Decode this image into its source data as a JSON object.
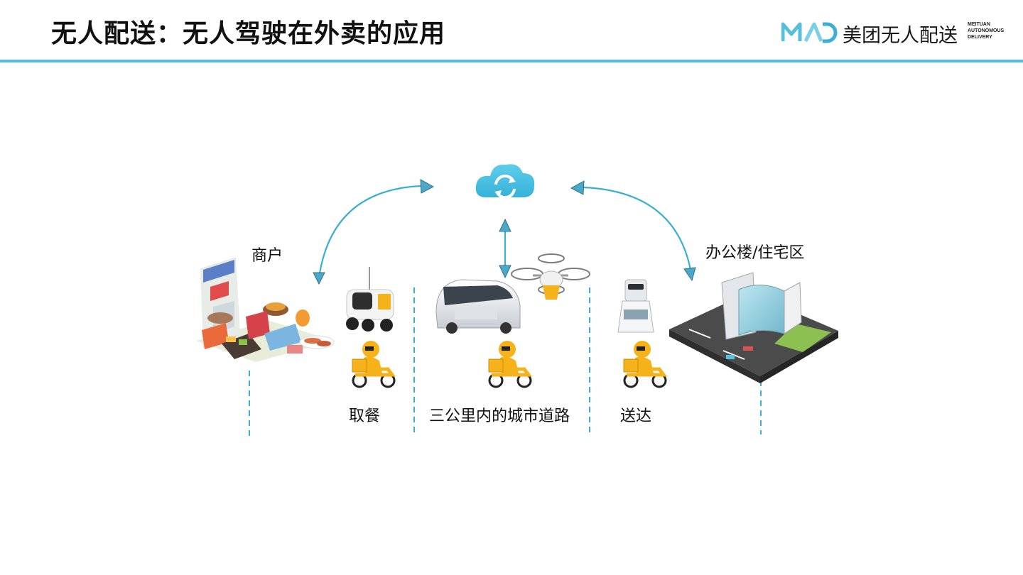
{
  "header": {
    "title": "无人配送：无人驾驶在外卖的应用",
    "logo_cn": "美团无人配送",
    "logo_en": [
      "MEITUAN",
      "AUTONOMOUS",
      "DELIVERY"
    ]
  },
  "diagram": {
    "merchant_label": "商户",
    "destination_label": "办公楼/住宅区",
    "stage_pickup": "取餐",
    "stage_road": "三公里内的城市道路",
    "stage_delivery": "送达",
    "icons": [
      "cloud-sync-icon",
      "storefront-illustration",
      "delivery-robot-icon",
      "autonomous-van-icon",
      "drone-icon",
      "indoor-robot-icon",
      "office-building-illustration",
      "courier-scooter-icon"
    ]
  },
  "colors": {
    "accent": "#56bedb",
    "arrow": "#3aaed4",
    "courier": "#f5b21a"
  }
}
